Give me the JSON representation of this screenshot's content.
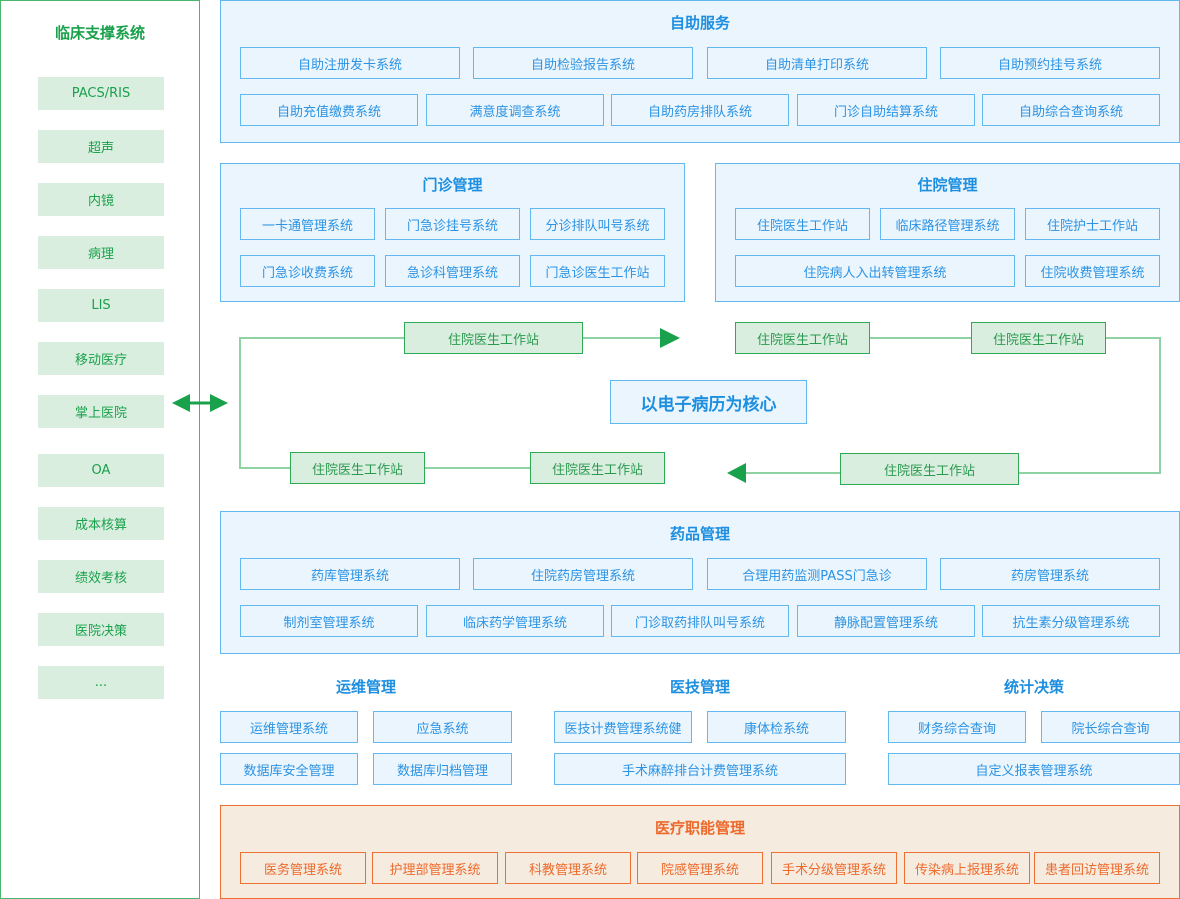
{
  "left": {
    "title": "临床支撑系统",
    "items": [
      "PACS/RIS",
      "超声",
      "内镜",
      "病理",
      "LIS",
      "移动医疗",
      "掌上医院",
      "OA",
      "成本核算",
      "绩效考核",
      "医院决策",
      "..."
    ]
  },
  "self_service": {
    "title": "自助服务",
    "row1": [
      "自助注册发卡系统",
      "自助检验报告系统",
      "自助清单打印系统",
      "自助预约挂号系统"
    ],
    "row2": [
      "自助充值缴费系统",
      "满意度调查系统",
      "自助药房排队系统",
      "门诊自助结算系统",
      "自助综合查询系统"
    ]
  },
  "outpatient": {
    "title": "门诊管理",
    "items": [
      "一卡通管理系统",
      "门急诊挂号系统",
      "分诊排队叫号系统",
      "门急诊收费系统",
      "急诊科管理系统",
      "门急诊医生工作站"
    ]
  },
  "inpatient": {
    "title": "住院管理",
    "items": [
      "住院医生工作站",
      "临床路径管理系统",
      "住院护士工作站",
      "住院病人入出转管理系统",
      "住院收费管理系统"
    ]
  },
  "cycle": {
    "center": "以电子病历为核心",
    "nodes": [
      "住院医生工作站",
      "住院医生工作站",
      "住院医生工作站",
      "住院医生工作站",
      "住院医生工作站",
      "住院医生工作站"
    ]
  },
  "drug": {
    "title": "药品管理",
    "row1": [
      "药库管理系统",
      "住院药房管理系统",
      "合理用药监测PASS门急诊",
      "药房管理系统"
    ],
    "row2": [
      "制剂室管理系统",
      "临床药学管理系统",
      "门诊取药排队叫号系统",
      "静脉配置管理系统",
      "抗生素分级管理系统"
    ]
  },
  "ops": {
    "title": "运维管理",
    "items": [
      "运维管理系统",
      "应急系统",
      "数据库安全管理",
      "数据库归档管理"
    ]
  },
  "medtech": {
    "title": "医技管理",
    "items": [
      "医技计费管理系统健",
      "康体检系统",
      "手术麻醉排台计费管理系统"
    ]
  },
  "stats": {
    "title": "统计决策",
    "items": [
      "财务综合查询",
      "院长综合查询",
      "自定义报表管理系统"
    ]
  },
  "functional": {
    "title": "医疗职能管理",
    "items": [
      "医务管理系统",
      "护理部管理系统",
      "科教管理系统",
      "院感管理系统",
      "手术分级管理系统",
      "传染病上报理系统",
      "患者回访管理系统"
    ]
  },
  "colors": {
    "blue": "#1e8fe0",
    "green": "#1aa14b",
    "orange": "#ee6a2c"
  }
}
